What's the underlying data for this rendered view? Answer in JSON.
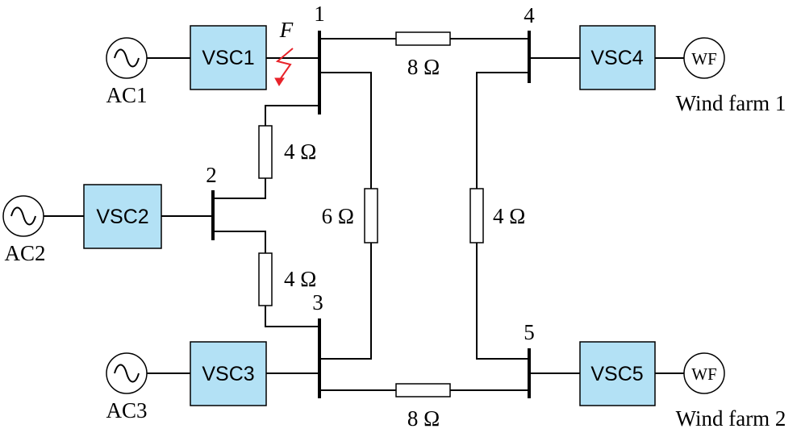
{
  "buses": [
    {
      "id": "bus-1",
      "label": "1"
    },
    {
      "id": "bus-2",
      "label": "2"
    },
    {
      "id": "bus-3",
      "label": "3"
    },
    {
      "id": "bus-4",
      "label": "4"
    },
    {
      "id": "bus-5",
      "label": "5"
    }
  ],
  "converters": [
    {
      "id": "vsc1",
      "label": "VSC1"
    },
    {
      "id": "vsc2",
      "label": "VSC2"
    },
    {
      "id": "vsc3",
      "label": "VSC3"
    },
    {
      "id": "vsc4",
      "label": "VSC4"
    },
    {
      "id": "vsc5",
      "label": "VSC5"
    }
  ],
  "ac_sources": [
    {
      "id": "ac1",
      "label": "AC1"
    },
    {
      "id": "ac2",
      "label": "AC2"
    },
    {
      "id": "ac3",
      "label": "AC3"
    }
  ],
  "wind_farms": [
    {
      "id": "wf1",
      "symbol": "WF",
      "label": "Wind farm 1"
    },
    {
      "id": "wf2",
      "symbol": "WF",
      "label": "Wind farm 2"
    }
  ],
  "lines": [
    {
      "id": "line-1-4",
      "from": "1",
      "to": "4",
      "label": "8 Ω"
    },
    {
      "id": "line-1-2",
      "from": "1",
      "to": "2",
      "label": "4 Ω"
    },
    {
      "id": "line-2-3",
      "from": "2",
      "to": "3",
      "label": "4 Ω"
    },
    {
      "id": "line-1-3",
      "from": "1",
      "to": "3",
      "label": "6 Ω"
    },
    {
      "id": "line-4-5",
      "from": "4",
      "to": "5",
      "label": "4 Ω"
    },
    {
      "id": "line-3-5",
      "from": "3",
      "to": "5",
      "label": "8 Ω"
    }
  ],
  "fault": {
    "label": "F",
    "color": "#e8232a"
  }
}
